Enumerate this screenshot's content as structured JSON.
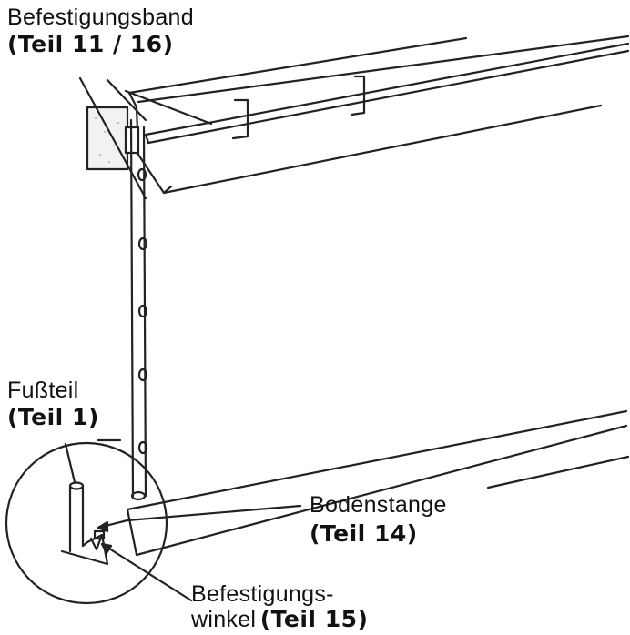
{
  "labels": {
    "befestigungsband": {
      "name": "Befestigungsband",
      "part": "(Teil  11 / 16)"
    },
    "fussteil": {
      "name": "Fußteil",
      "part": "(Teil 1)"
    },
    "bodenstange": {
      "name": "Bodenstange",
      "part": "(Teil  14)"
    },
    "befestigungswinkel": {
      "name_line1": "Befestigungs-",
      "name_line2": "winkel",
      "part": "(Teil 15)"
    }
  }
}
